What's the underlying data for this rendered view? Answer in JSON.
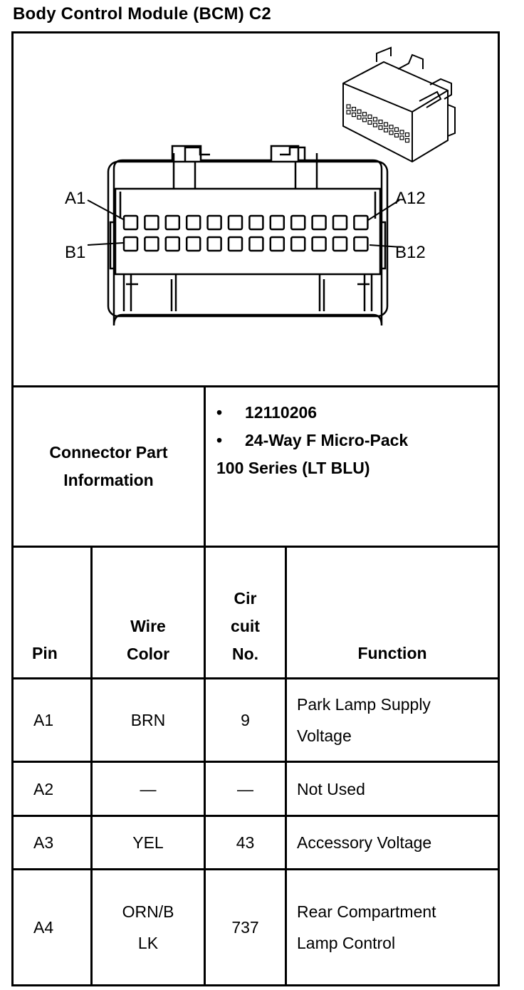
{
  "title": "Body Control Module (BCM) C2",
  "diagram": {
    "pin_labels": {
      "a1": "A1",
      "a12": "A12",
      "b1": "B1",
      "b12": "B12"
    },
    "pins_per_row": 12
  },
  "connector_info": {
    "label_line1": "Connector Part",
    "label_line2": "Information",
    "items": [
      "12110206",
      "24-Way F Micro-Pack"
    ],
    "continuation": "100 Series (LT BLU)",
    "bullet": "•"
  },
  "table": {
    "headers": {
      "pin": "Pin",
      "wire_color_line1": "Wire",
      "wire_color_line2": "Color",
      "circuit_line1": "Cir",
      "circuit_line2": "cuit",
      "circuit_line3": "No.",
      "function": "Function"
    },
    "rows": [
      {
        "pin": "A1",
        "wire_color": [
          "BRN"
        ],
        "circuit": "9",
        "function": [
          "Park Lamp Supply",
          "Voltage"
        ]
      },
      {
        "pin": "A2",
        "wire_color": [
          "—"
        ],
        "circuit": "—",
        "function": [
          "Not Used"
        ]
      },
      {
        "pin": "A3",
        "wire_color": [
          "YEL"
        ],
        "circuit": "43",
        "function": [
          "Accessory Voltage"
        ]
      },
      {
        "pin": "A4",
        "wire_color": [
          "ORN/B",
          "LK"
        ],
        "circuit": "737",
        "function": [
          "Rear Compartment",
          "Lamp Control"
        ]
      }
    ]
  }
}
